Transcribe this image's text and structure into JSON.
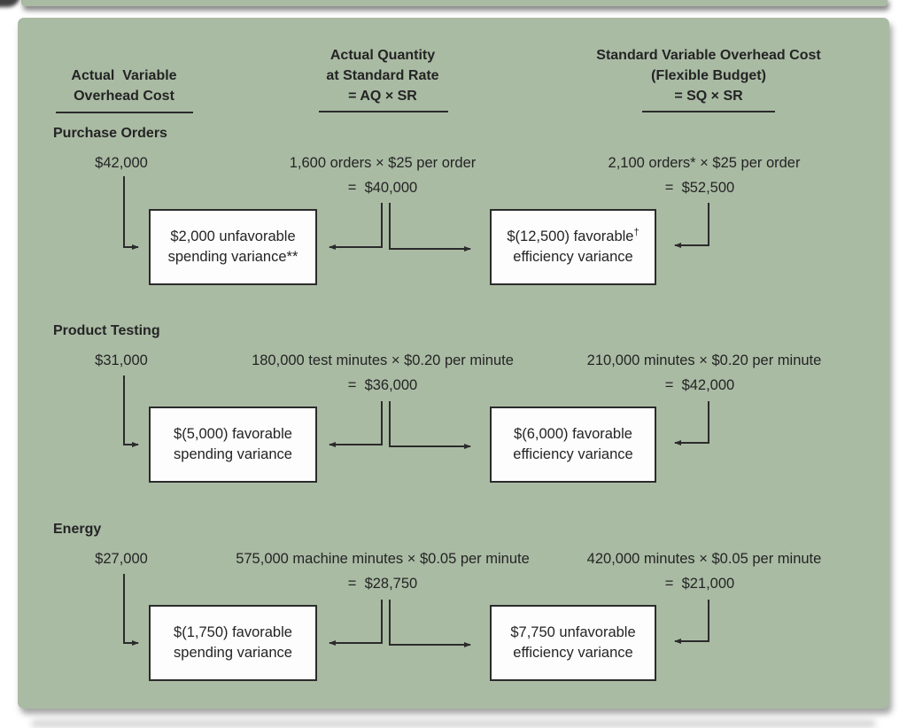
{
  "figure": {
    "kind": "variable-overhead-variance-diagram",
    "colors": {
      "panel_bg": "#aabba4",
      "box_bg": "#fdfdfd",
      "line": "#2b2b2b",
      "text": "#242424"
    },
    "header": {
      "col1": {
        "line1": "Actual  Variable",
        "line2": "Overhead Cost"
      },
      "col2": {
        "line1": "Actual Quantity",
        "line2": "at Standard Rate",
        "line3": "= AQ × SR"
      },
      "col3": {
        "line1": "Standard Variable Overhead Cost",
        "line2": "(Flexible Budget)",
        "line3": "= SQ × SR"
      }
    },
    "sections": [
      {
        "name": "Purchase Orders",
        "actual_cost": "$42,000",
        "aq_formula": "1,600 orders × $25 per order",
        "aq_total": "=  $40,000",
        "sq_formula": "2,100 orders* × $25 per order",
        "sq_total": "=  $52,500",
        "spending": {
          "line1": "$2,000 unfavorable",
          "sup1": "",
          "line2": "spending variance**"
        },
        "efficiency": {
          "line1": "$(12,500) favorable",
          "sup1": "†",
          "line2": "efficiency variance"
        }
      },
      {
        "name": "Product Testing",
        "actual_cost": "$31,000",
        "aq_formula": "180,000 test minutes × $0.20 per minute",
        "aq_total": "=  $36,000",
        "sq_formula": "210,000 minutes × $0.20 per minute",
        "sq_total": "=  $42,000",
        "spending": {
          "line1": "$(5,000) favorable",
          "sup1": "",
          "line2": "spending variance"
        },
        "efficiency": {
          "line1": "$(6,000) favorable",
          "sup1": "",
          "line2": "efficiency variance"
        }
      },
      {
        "name": "Energy",
        "actual_cost": "$27,000",
        "aq_formula": "575,000 machine minutes × $0.05 per minute",
        "aq_total": "=  $28,750",
        "sq_formula": "420,000 minutes × $0.05 per minute",
        "sq_total": "=  $21,000",
        "spending": {
          "line1": "$(1,750) favorable",
          "sup1": "",
          "line2": "spending variance"
        },
        "efficiency": {
          "line1": "$7,750 unfavorable",
          "sup1": "",
          "line2": "efficiency variance"
        }
      }
    ]
  }
}
